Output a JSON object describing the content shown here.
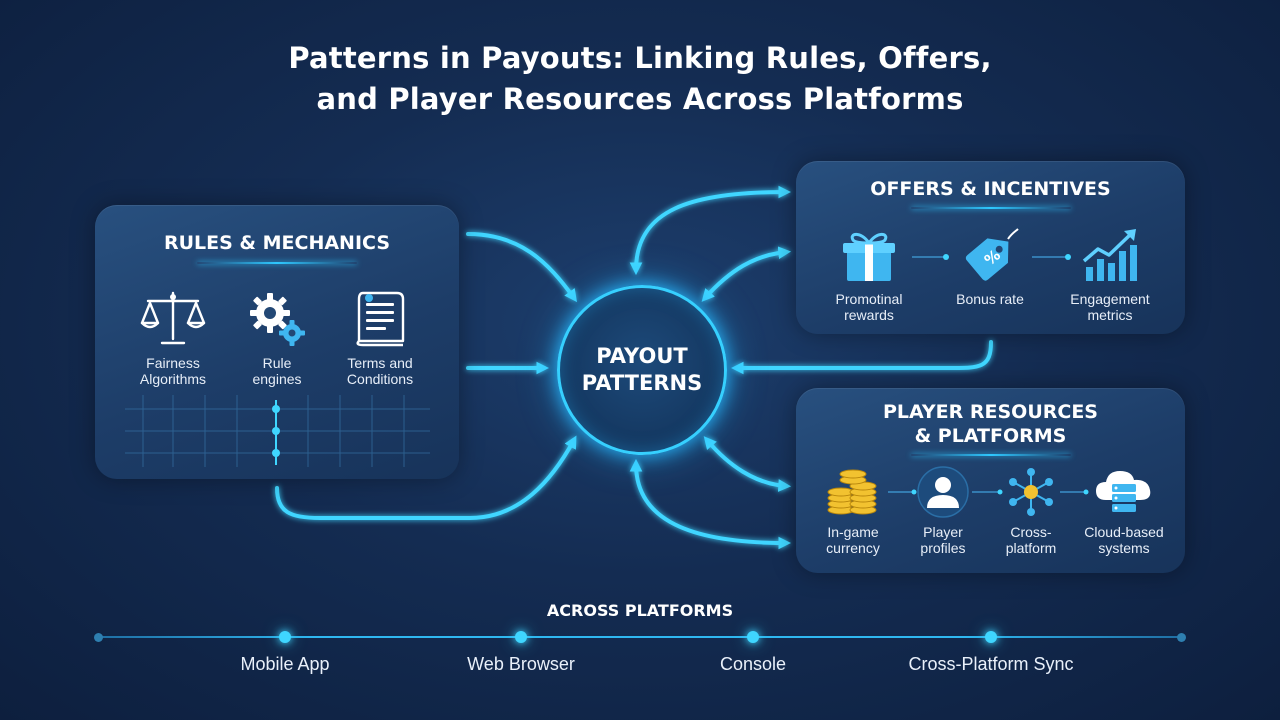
{
  "title": {
    "line1": "Patterns in Payouts: Linking Rules, Offers,",
    "line2": "and Player Resources Across Platforms"
  },
  "hub": {
    "line1": "PAYOUT",
    "line2": "PATTERNS"
  },
  "rules_panel": {
    "title": "RULES & MECHANICS",
    "items": [
      {
        "icon": "scales-icon",
        "line1": "Fairness",
        "line2": "Algorithms"
      },
      {
        "icon": "gears-icon",
        "line1": "Rule",
        "line2": "engines"
      },
      {
        "icon": "document-icon",
        "line1": "Terms and",
        "line2": "Conditions"
      }
    ]
  },
  "offers_panel": {
    "title": "OFFERS & INCENTIVES",
    "items": [
      {
        "icon": "gift-icon",
        "line1": "Promotinal",
        "line2": "rewards"
      },
      {
        "icon": "percent-tag-icon",
        "line1": "Bonus rate",
        "line2": ""
      },
      {
        "icon": "growth-chart-icon",
        "line1": "Engagement",
        "line2": "metrics"
      }
    ]
  },
  "resources_panel": {
    "title_line1": "PLAYER RESOURCES",
    "title_line2": "& PLATFORMS",
    "items": [
      {
        "icon": "coins-icon",
        "line1": "In-game",
        "line2": "currency"
      },
      {
        "icon": "user-profile-icon",
        "line1": "Player",
        "line2": "profiles"
      },
      {
        "icon": "network-icon",
        "line1": "Cross-",
        "line2": "platform"
      },
      {
        "icon": "cloud-server-icon",
        "line1": "Cloud-based",
        "line2": "systems"
      }
    ]
  },
  "timeline": {
    "title": "ACROSS PLATFORMS",
    "stops": [
      "Mobile App",
      "Web Browser",
      "Console",
      "Cross-Platform Sync"
    ]
  },
  "colors": {
    "background": "#142c52",
    "panel": "#234875",
    "accent_cyan": "#36d0ff",
    "icon_yellow": "#f2c230"
  }
}
